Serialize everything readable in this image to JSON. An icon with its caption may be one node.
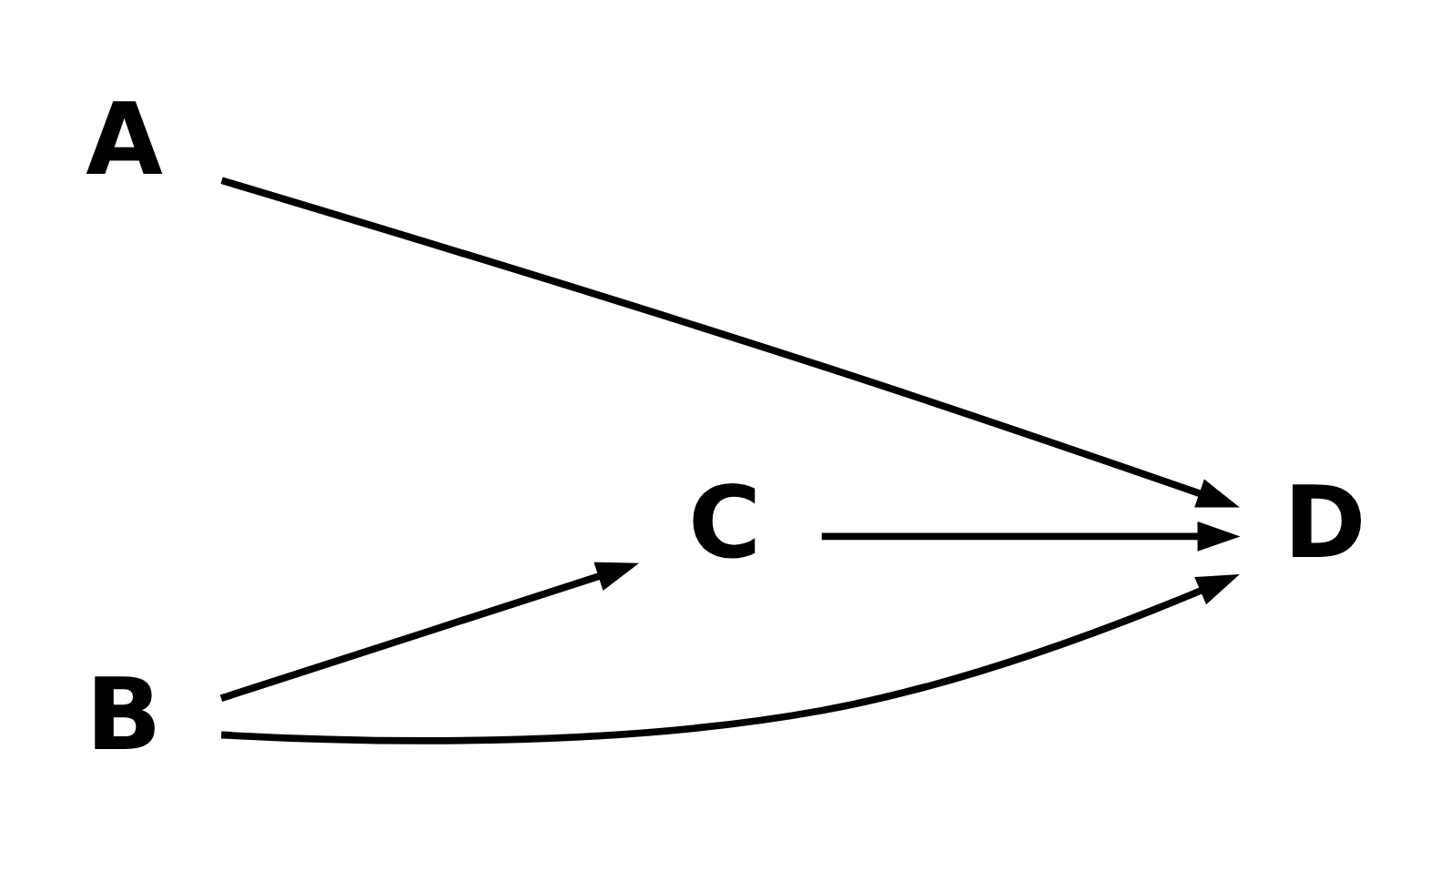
{
  "diagram": {
    "nodes": [
      {
        "text": [
          "A"
        ]
      },
      {
        "text": [
          "B"
        ]
      },
      {
        "text": [
          "C"
        ]
      },
      {
        "text": [
          "D"
        ]
      }
    ],
    "edges": [
      {
        "from": 0,
        "to": 3,
        "arrow": "to"
      },
      {
        "from": 1,
        "to": 2,
        "arrow": "to"
      },
      {
        "from": 2,
        "to": 3,
        "arrow": "to"
      },
      {
        "from": 1,
        "to": 3,
        "arrow": "to"
      }
    ]
  }
}
